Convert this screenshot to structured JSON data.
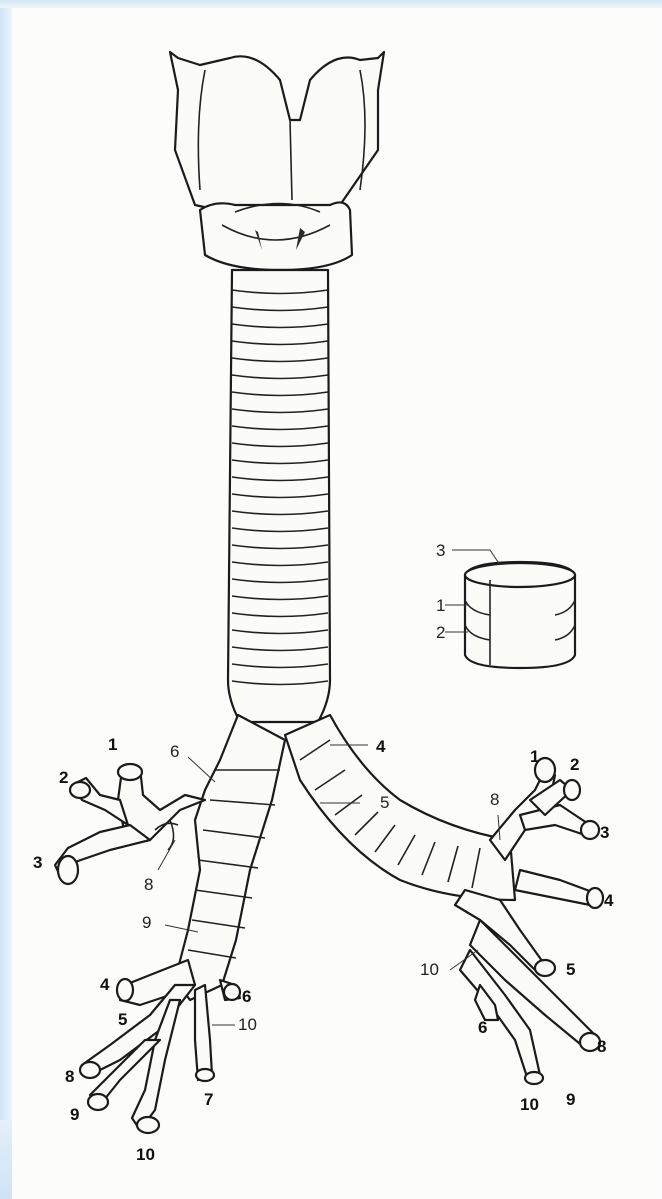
{
  "left_bronchus_labels": [
    "1",
    "2",
    "3",
    "4",
    "5",
    "6",
    "7",
    "8",
    "9",
    "10"
  ],
  "main_labels": [
    "4",
    "5",
    "6",
    "8",
    "9"
  ],
  "right_bronchus_labels": [
    "1",
    "2",
    "3",
    "4",
    "5",
    "6",
    "8",
    "9",
    "10"
  ],
  "inset_labels": [
    "1",
    "2",
    "3"
  ],
  "colors": {
    "frame": "#cfe3f6",
    "paper": "#fcfcfa",
    "ink": "#1b1b1b"
  }
}
